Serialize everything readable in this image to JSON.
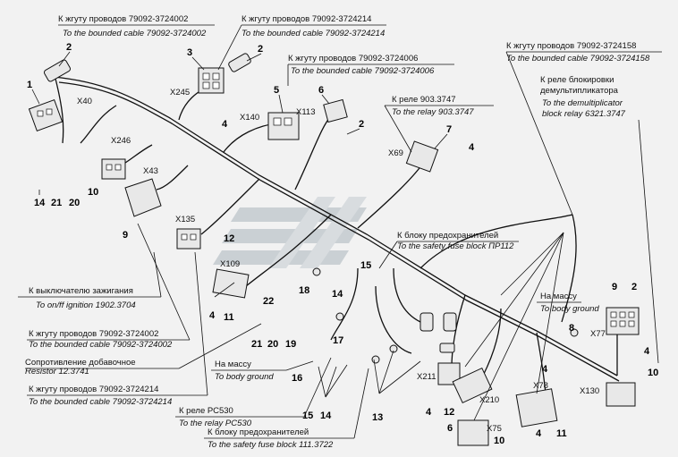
{
  "ref_numbers": [
    "1",
    "2",
    "3",
    "2",
    "5",
    "6",
    "2",
    "4",
    "7",
    "4",
    "4",
    "10",
    "14",
    "21",
    "20",
    "9",
    "12",
    "15",
    "22",
    "18",
    "14",
    "21",
    "20",
    "19",
    "17",
    "16",
    "15",
    "14",
    "13",
    "4",
    "12",
    "6",
    "10",
    "11",
    "4",
    "9",
    "2",
    "8",
    "4",
    "10",
    "4",
    "11"
  ],
  "connectors": [
    "X40",
    "X245",
    "X140",
    "X113",
    "X69",
    "X246",
    "X43",
    "X135",
    "X109",
    "X77",
    "X130",
    "X211",
    "X210",
    "X78",
    "X75"
  ],
  "annotations": {
    "cable_2402_top_ru": "К жгуту проводов 79092-3724002",
    "cable_2402_top_en": "To the bounded cable 79092-3724002",
    "cable_2414_top_ru": "К жгуту проводов 79092-3724214",
    "cable_2414_top_en": "To the bounded cable 79092-3724214",
    "cable_2406_ru": "К жгуту проводов 79092-3724006",
    "cable_2406_en": "To the bounded cable 79092-3724006",
    "cable_2158_ru": "К жгуту проводов 79092-3724158",
    "cable_2158_en": "To the bounded cable 79092-3724158",
    "relay_demult_ru1": "К реле блокировки",
    "relay_demult_ru2": "демультипликатора",
    "relay_demult_en1": "To the demultiplicator",
    "relay_demult_en2": "block relay 6321.3747",
    "relay_903_ru": "К реле 903.3747",
    "relay_903_en": "To the relay 903.3747",
    "fuse_pr112_ru": "К блоку предохранителей",
    "fuse_pr112_en": "To the safety fuse block ПР112",
    "ignition_ru": "К выключателю зажигания",
    "ignition_en": "To on/ff ignition 1902.3704",
    "mass_right_ru": "На массу",
    "mass_right_en": "To body ground",
    "cable_2402_bot_ru": "К жгуту проводов 79092-3724002",
    "cable_2402_bot_en": "To the bounded cable 79092-3724002",
    "resistor_ru": "Сопротивление добавочное",
    "resistor_en": "Resistor 12.3741",
    "mass_mid_ru": "На массу",
    "mass_mid_en": "To body ground",
    "cable_2414_bot_ru": "К жгуту проводов 79092-3724214",
    "cable_2414_bot_en": "To the bounded cable 79092-3724214",
    "relay_pc530_ru": "К реле РС530",
    "relay_pc530_en": "To the relay PC530",
    "fuse_111_ru": "К блоку предохранителей",
    "fuse_111_en": "To the safety fuse block 111.3722"
  },
  "colors": {
    "background": "#f2f2f2",
    "line": "#111111",
    "watermark": "#9aa7b0"
  }
}
